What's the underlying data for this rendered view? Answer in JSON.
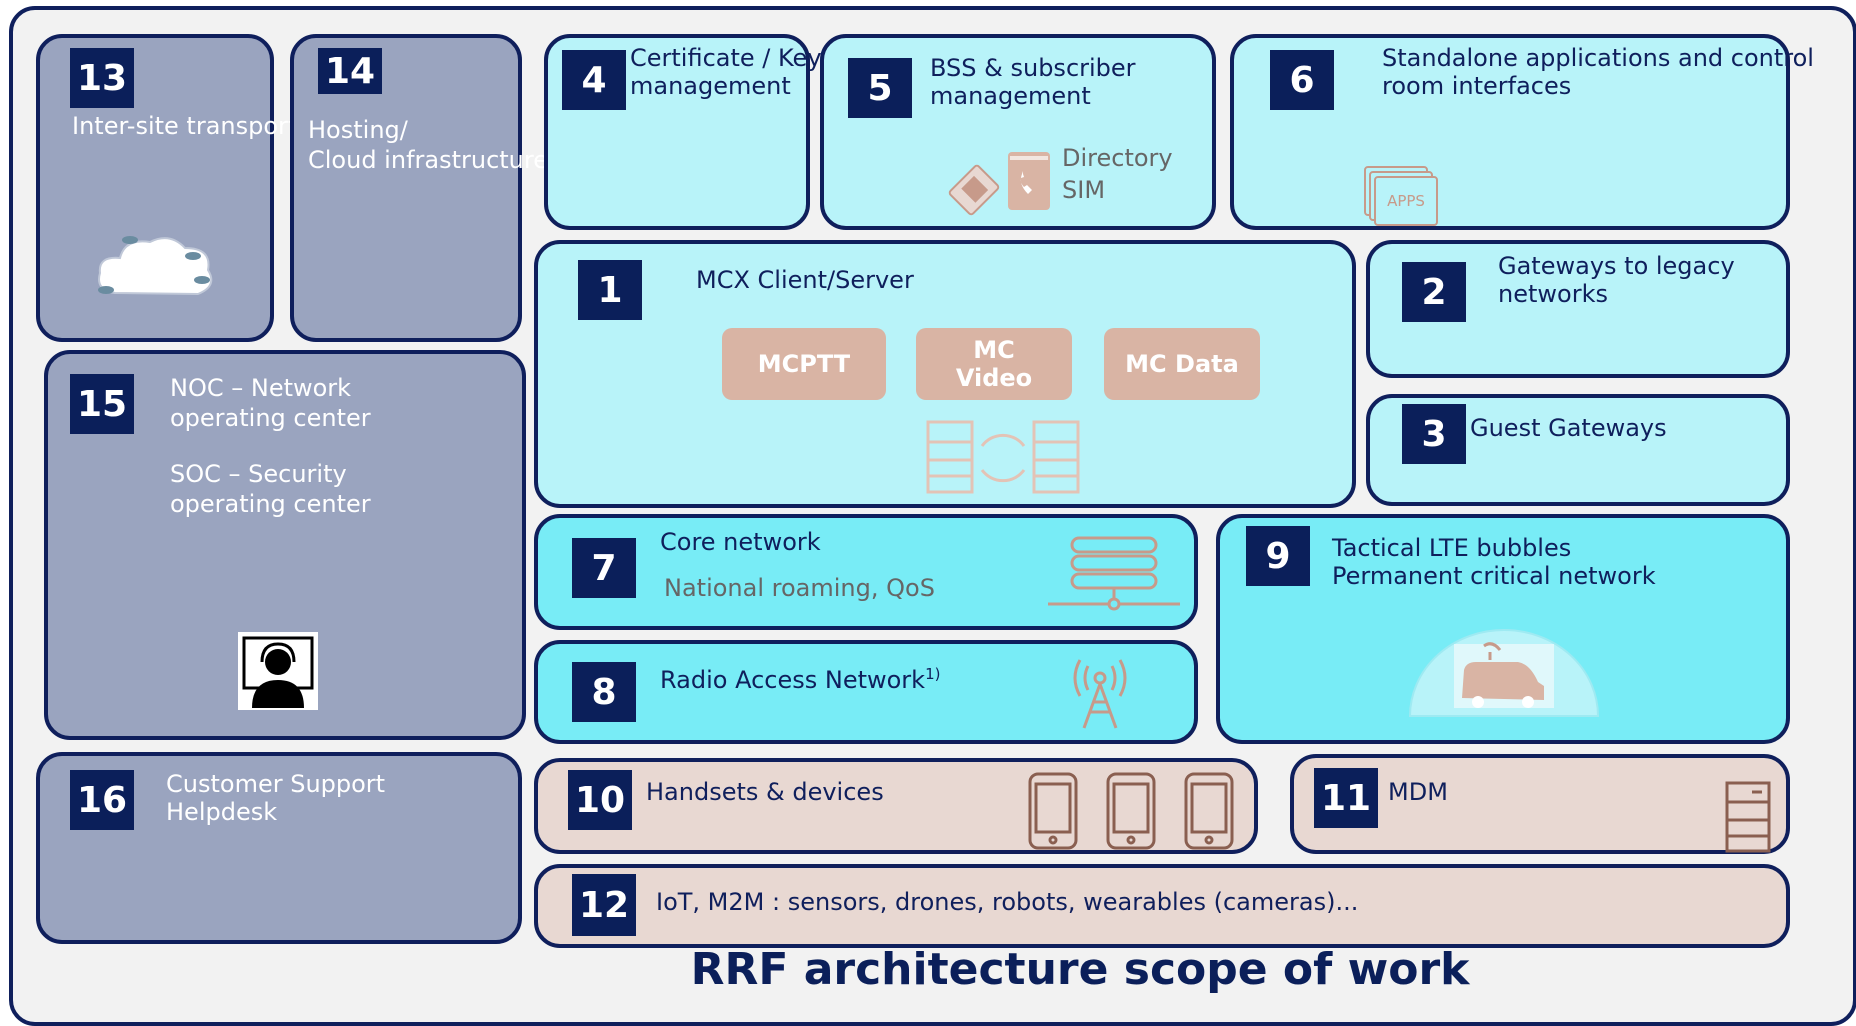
{
  "title": "RRF architecture scope of work",
  "colors": {
    "navy": "#0b1f5a",
    "grey_box": "#9aa4bf",
    "light_cyan": "#b8f3f9",
    "cyan": "#78ecf6",
    "tan": "#e8d8d2",
    "icon_tan": "#c79a8a"
  },
  "boxes": {
    "b13": {
      "num": "13",
      "label": "Inter-site transport",
      "icon": "cloud-network-icon"
    },
    "b14": {
      "num": "14",
      "line1": "Hosting/",
      "line2": "Cloud infrastructure"
    },
    "b4": {
      "num": "4",
      "line1": "Certificate / Key",
      "line2": "management"
    },
    "b5": {
      "num": "5",
      "line1": "BSS & subscriber",
      "line2": "management",
      "sub1": "Directory",
      "sub2": "SIM",
      "icons": [
        "sim-card-icon",
        "phone-book-icon"
      ]
    },
    "b6": {
      "num": "6",
      "line1": "Standalone applications and control",
      "line2": "room interfaces",
      "apps": "APPS"
    },
    "b1": {
      "num": "1",
      "label": "MCX Client/Server",
      "pills": [
        "MCPTT",
        "MC\nVideo",
        "MC Data"
      ],
      "icon": "server-sync-icon"
    },
    "b2": {
      "num": "2",
      "line1": "Gateways to legacy",
      "line2": "networks"
    },
    "b3": {
      "num": "3",
      "label": "Guest Gateways"
    },
    "b15": {
      "num": "15",
      "noc1": "NOC – Network",
      "noc2": "operating center",
      "soc1": "SOC – Security",
      "soc2": "operating center",
      "icon": "operator-headset-icon"
    },
    "b7": {
      "num": "7",
      "label": "Core network",
      "sub": "National roaming, QoS",
      "icon": "server-stack-icon"
    },
    "b8": {
      "num": "8",
      "label": "Radio Access Network",
      "sup": "1)",
      "icon": "antenna-tower-icon"
    },
    "b9": {
      "num": "9",
      "line1": "Tactical LTE bubbles",
      "line2": "Permanent critical network",
      "icon": "satellite-van-icon"
    },
    "b16": {
      "num": "16",
      "line1": "Customer Support",
      "line2": "Helpdesk"
    },
    "b10": {
      "num": "10",
      "label": "Handsets & devices",
      "icon": "smartphone-icon"
    },
    "b11": {
      "num": "11",
      "label": "MDM",
      "icon": "server-icon"
    },
    "b12": {
      "num": "12",
      "label": "IoT, M2M : sensors, drones, robots, wearables (cameras)..."
    }
  }
}
